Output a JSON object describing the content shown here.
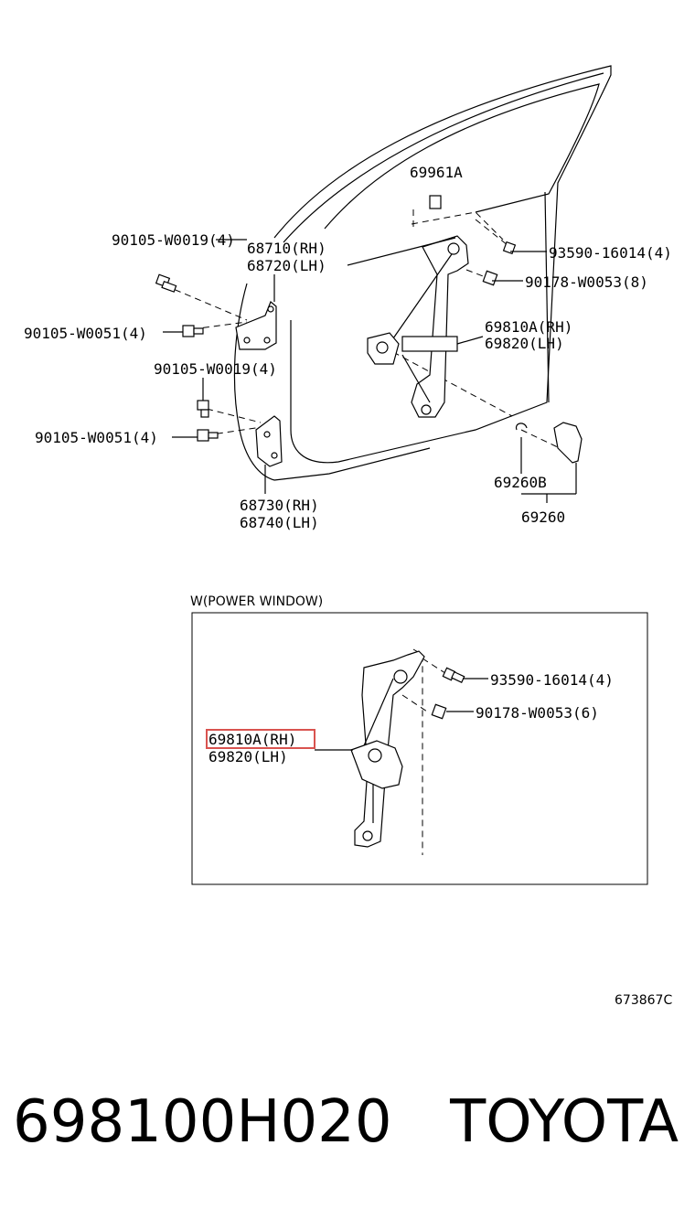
{
  "labels": {
    "part_69961A": "69961A",
    "bolt_90105_W0019_top": "90105-W0019(4)",
    "hinge_68710": "68710(RH)",
    "hinge_68720": "68720(LH)",
    "bolt_93590_top": "93590-16014(4)",
    "nut_90178_top": "90178-W0053(8)",
    "bolt_90105_W0051_top": "90105-W0051(4)",
    "regulator_69810A_top": "69810A(RH)",
    "regulator_69820_top": "69820(LH)",
    "bolt_90105_W0019_bottom": "90105-W0019(4)",
    "bolt_90105_W0051_bottom": "90105-W0051(4)",
    "part_69260B": "69260B",
    "part_69260": "69260",
    "hinge_68730": "68730(RH)",
    "hinge_68740": "68740(LH)",
    "inset_title": "W(POWER WINDOW)",
    "bolt_93590_inset": "93590-16014(4)",
    "nut_90178_inset": "90178-W0053(6)",
    "regulator_69810A_inset": "69810A(RH)",
    "regulator_69820_inset": "69820(LH)"
  },
  "drawing_code": "673867C",
  "footer": {
    "part_number": "698100H020",
    "brand": "TOYOTA"
  },
  "colors": {
    "highlight": "#d9534f",
    "line": "#000000"
  }
}
